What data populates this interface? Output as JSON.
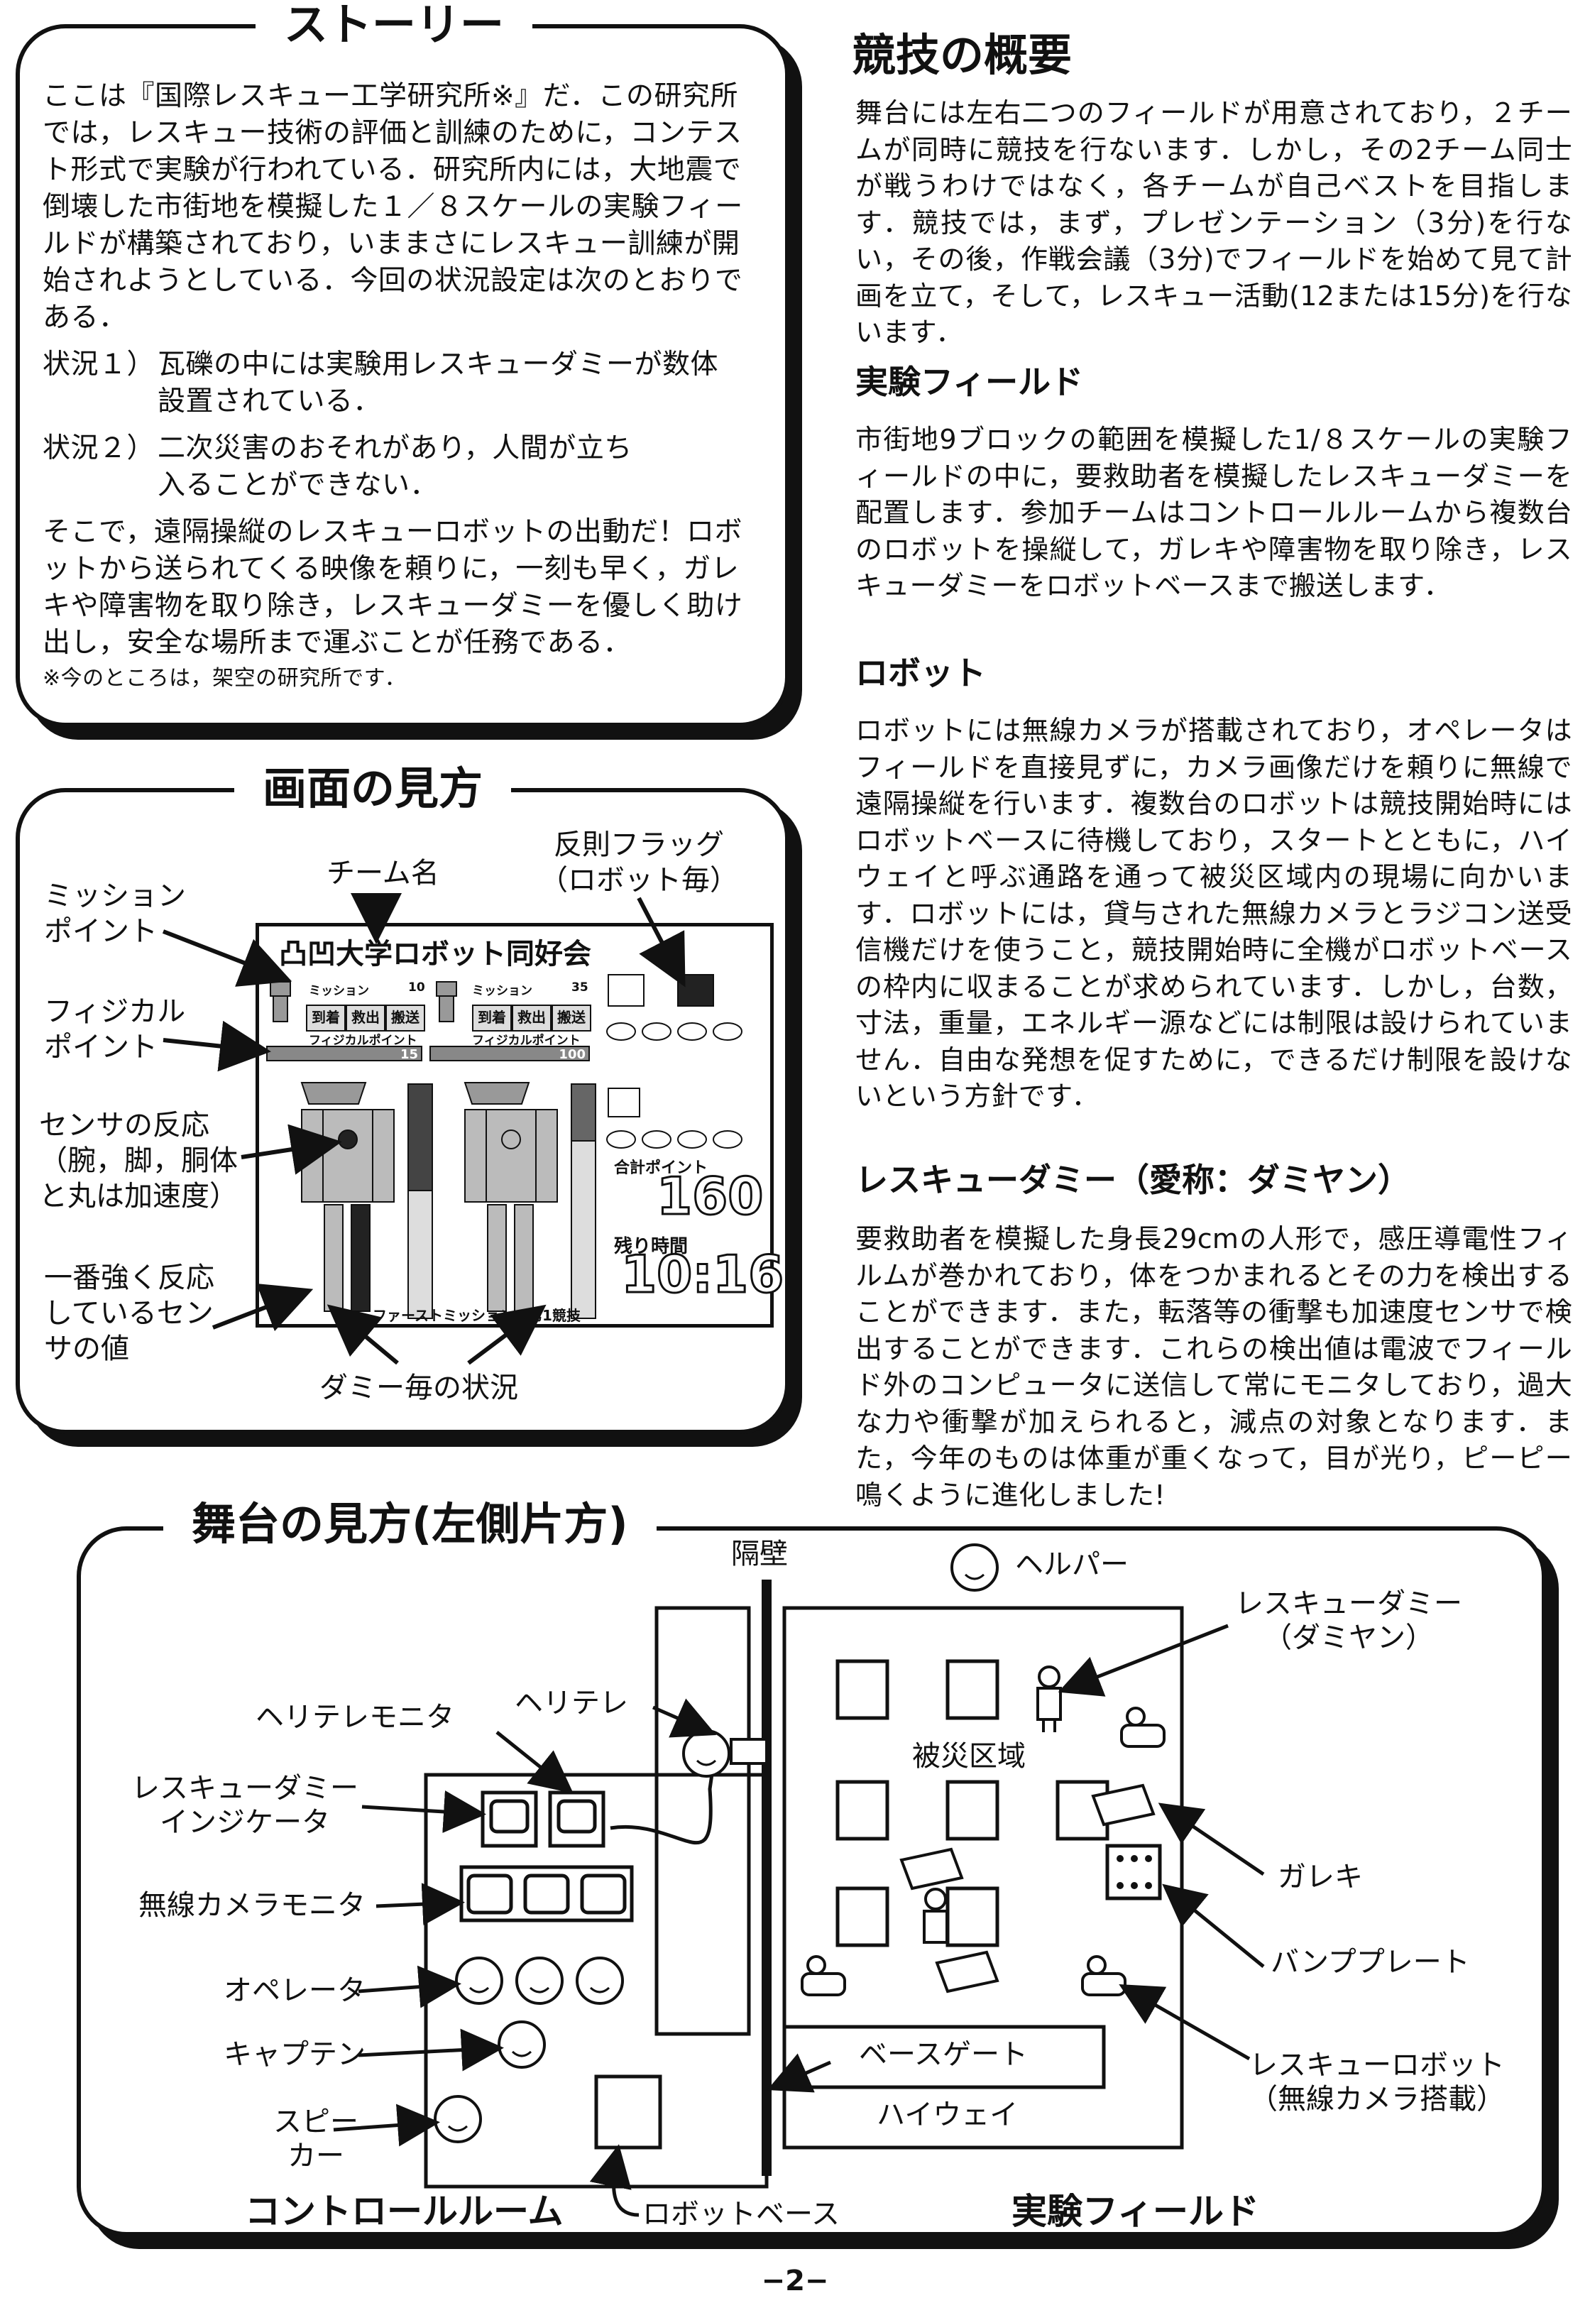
{
  "story": {
    "title": "ストーリー",
    "intro": "ここは『国際レスキュー工学研究所※』だ．この研究所では，レスキュー技術の評価と訓練のために，コンテスト形式で実験が行われている．研究所内には，大地震で倒壊した市街地を模擬した１／８スケールの実験フィールドが構築されており，いままさにレスキュー訓練が開始されようとしている．今回の状況設定は次のとおりである．",
    "situation1_label": "状況１）",
    "situation1": "瓦礫の中には実験用レスキューダミーが数体設置されている．",
    "situation2_label": "状況２）",
    "situation2": "二次災害のおそれがあり，人間が立ち入ることができない．",
    "mission": "そこで，遠隔操縦のレスキューロボットの出動だ！ロボットから送られてくる映像を頼りに，一刻も早く，ガレキや障害物を取り除き，レスキューダミーを優しく助け出し，安全な場所まで運ぶことが任務である．",
    "footnote": "※今のところは，架空の研究所です．"
  },
  "screen_guide": {
    "title": "画面の見方",
    "labels": {
      "team_name": "チーム名",
      "foul_flag": "反則フラッグ\n（ロボット毎）",
      "mission_point": "ミッション\nポイント",
      "physical_point": "フィジカル\nポイント",
      "sensor": "センサの反応\n（腕，脚，胴体\nと丸は加速度）",
      "strongest": "一番強く反応\nしているセン\nサの値",
      "dummy_status": "ダミー毎の状況"
    },
    "screen": {
      "team": "凸凹大学ロボット同好会",
      "mission_caption": "ミッション",
      "mission_values": [
        "10",
        "35"
      ],
      "steps": [
        "到着",
        "救出",
        "搬送"
      ],
      "physical_caption": "フィジカルポイント",
      "physical_values": [
        "15",
        "100"
      ],
      "total_caption": "合計ポイント",
      "total": "160",
      "remaining_caption": "残り時間",
      "remaining": "10:16",
      "footer": "ファーストミッション　第1競技"
    }
  },
  "overview": {
    "title": "競技の概要",
    "body": "舞台には左右二つのフィールドが用意されており，２チームが同時に競技を行ないます．しかし，その2チーム同士が戦うわけではなく，各チームが自己ベストを目指します．競技では，まず，プレゼンテーション（3分)を行ない，その後，作戦会議（3分)でフィールドを始めて見て計画を立て，そして，レスキュー活動(12または15分)を行ないます．",
    "field_title": "実験フィールド",
    "field_body": "市街地9ブロックの範囲を模擬した1/８スケールの実験フィールドの中に，要救助者を模擬したレスキューダミーを配置します．参加チームはコントロールルームから複数台のロボットを操縦して，ガレキや障害物を取り除き，レスキューダミーをロボットベースまで搬送します．",
    "robot_title": "ロボット",
    "robot_body": "ロボットには無線カメラが搭載されており，オペレータはフィールドを直接見ずに，カメラ画像だけを頼りに無線で遠隔操縦を行います．複数台のロボットは競技開始時にはロボットベースに待機しており，スタートとともに，ハイウェイと呼ぶ通路を通って被災区域内の現場に向かいます．ロボットには，貸与された無線カメラとラジコン送受信機だけを使うこと，競技開始時に全機がロボットベースの枠内に収まることが求められています．しかし，台数，寸法，重量，エネルギー源などには制限は設けられていません．自由な発想を促すために，できるだけ制限を設けないという方針です．",
    "dummy_title": "レスキューダミー（愛称：ダミヤン）",
    "dummy_body": "要救助者を模擬した身長29cmの人形で，感圧導電性フィルムが巻かれており，体をつかまれるとその力を検出することができます．また，転落等の衝撃も加速度センサで検出することができます．これらの検出値は電波でフィールド外のコンピュータに送信して常にモニタしており，過大な力や衝撃が加えられると，減点の対象となります．また，今年のものは体重が重くなって，目が光り，ピーピー鳴くように進化しました!"
  },
  "stage": {
    "title": "舞台の見方(左側片方)",
    "labels": {
      "wall": "隔壁",
      "helper": "ヘルパー",
      "heli_tv": "ヘリテレ",
      "heli_monitor": "ヘリテレモニタ",
      "indicator": "レスキューダミー\nインジケータ",
      "camera_monitor": "無線カメラモニタ",
      "operator": "オペレータ",
      "captain": "キャプテン",
      "speaker": "スピー\nカー",
      "control_room": "コントロールルーム",
      "robot_base": "ロボットベース",
      "base_gate": "ベースゲート",
      "highway": "ハイウェイ",
      "disaster_area": "被災区域",
      "dummy": "レスキューダミー\n（ダミヤン）",
      "rubble": "ガレキ",
      "bump_plate": "バンププレート",
      "rescue_robot": "レスキューロボット\n（無線カメラ搭載）",
      "field": "実験フィールド"
    }
  },
  "page_number": "−2−"
}
